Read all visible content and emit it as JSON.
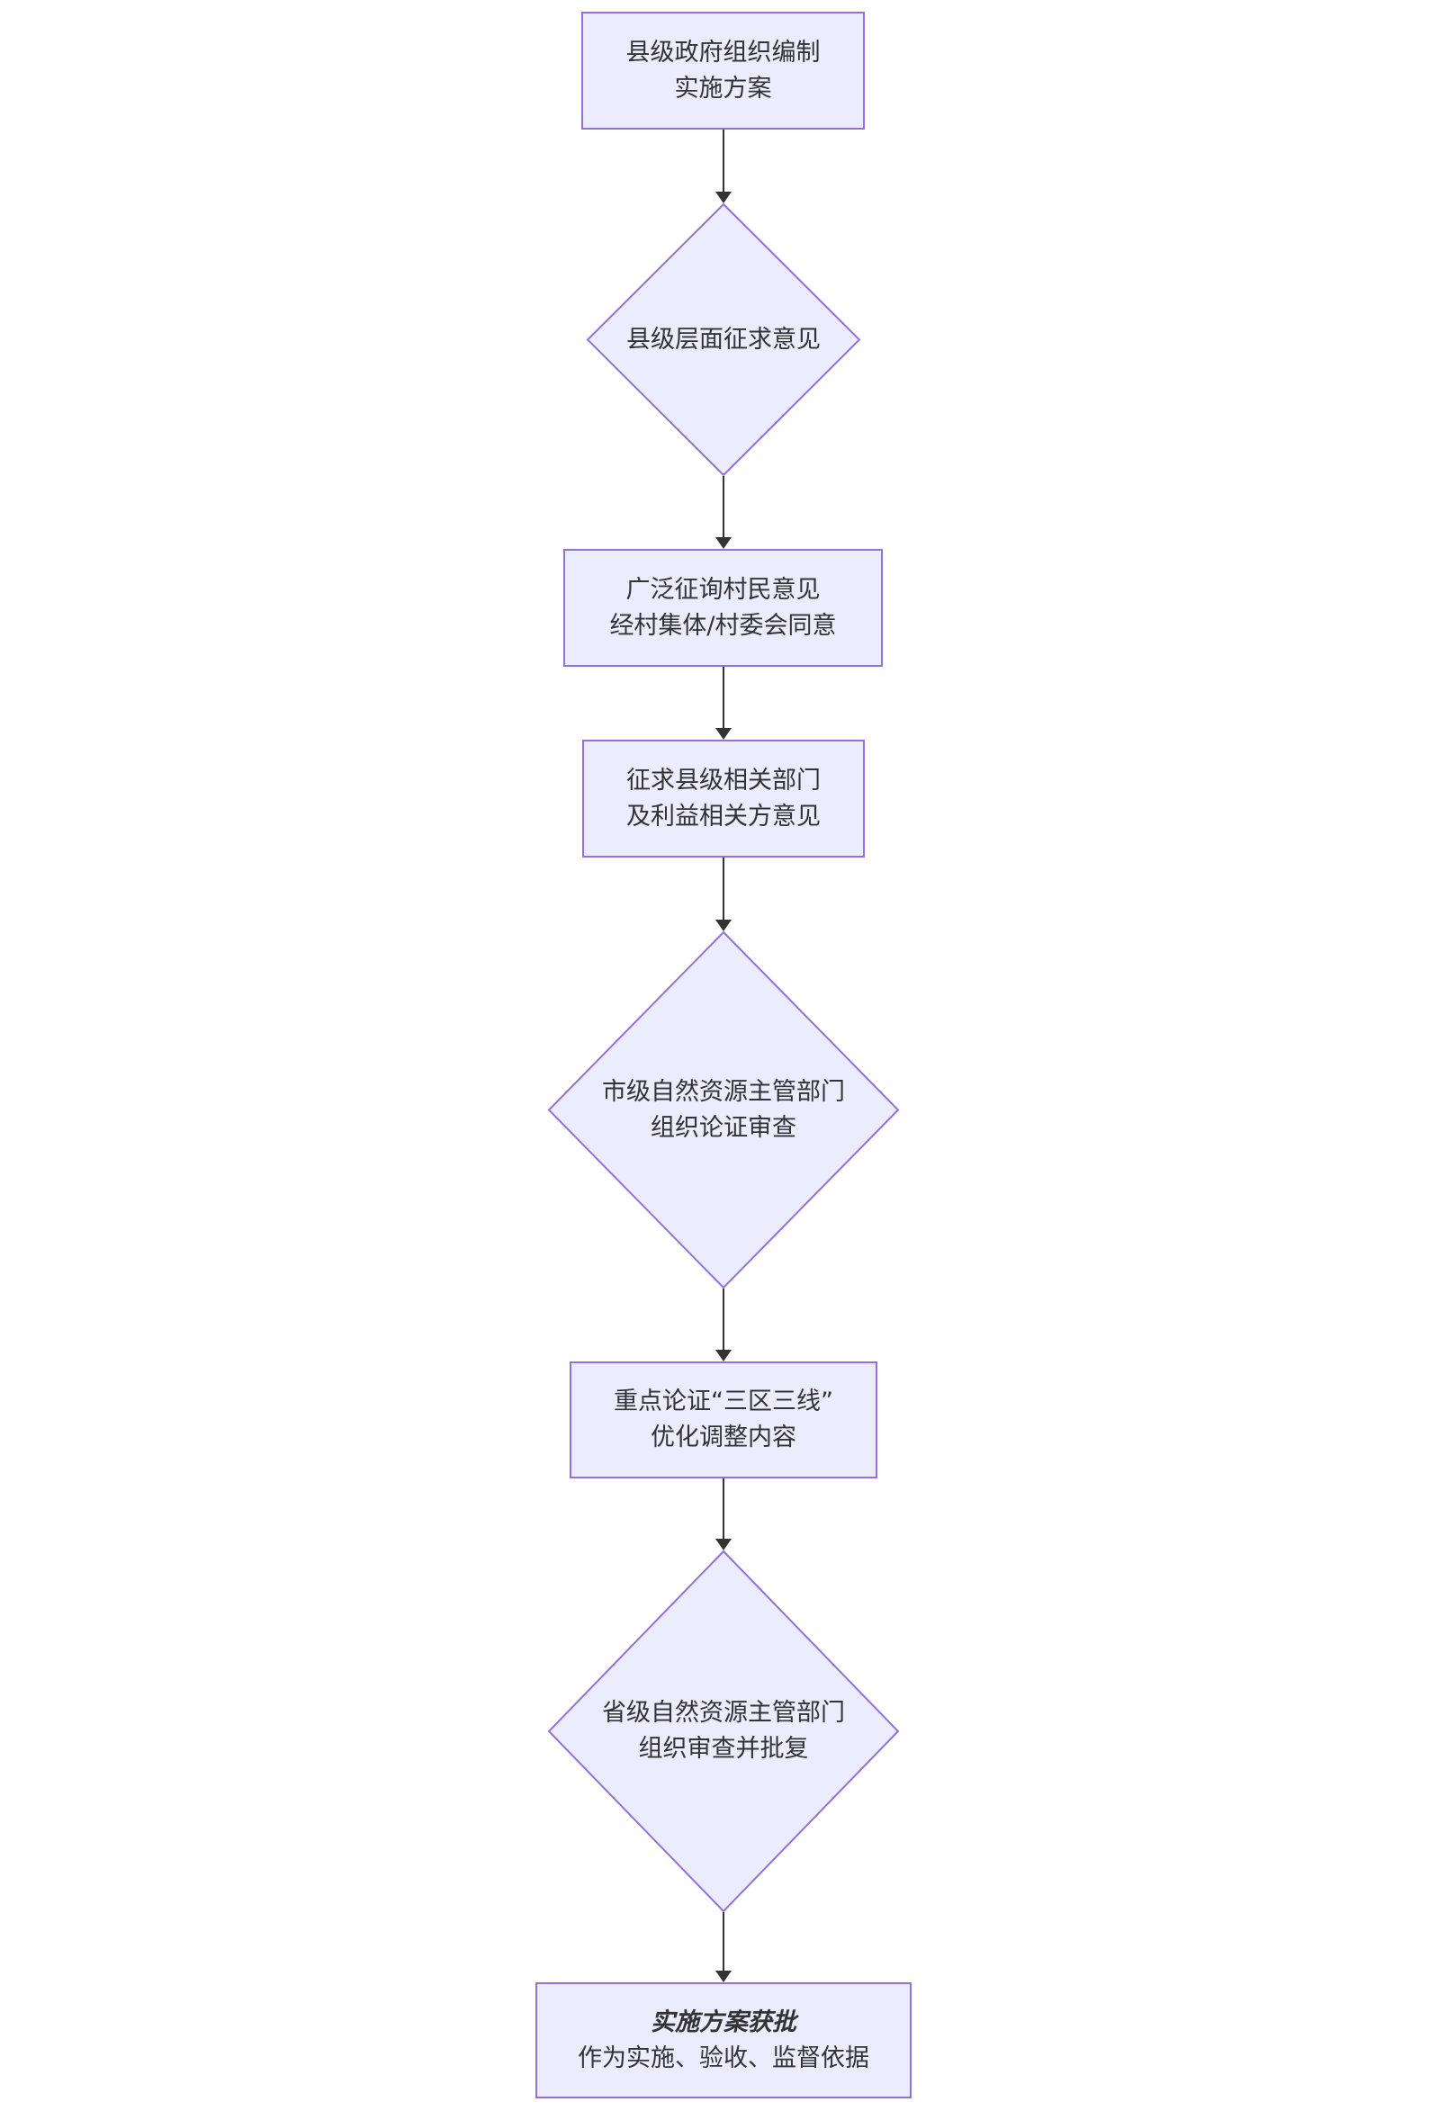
{
  "theme": {
    "node_fill": "#ECECFF",
    "node_border": "#9370DB",
    "text_color": "#333333",
    "line_color": "#333333",
    "background": "#ffffff"
  },
  "flowchart": {
    "type": "vertical-flow",
    "nodes": [
      {
        "id": "start",
        "shape": "rect",
        "lines": [
          "县级政府组织编制",
          "实施方案"
        ]
      },
      {
        "id": "county-review",
        "shape": "diamond",
        "lines": [
          "县级层面征求意见"
        ]
      },
      {
        "id": "villager-consult",
        "shape": "rect",
        "lines": [
          "广泛征询村民意见",
          "经村集体/村委会同意"
        ]
      },
      {
        "id": "dept-consult",
        "shape": "rect",
        "lines": [
          "征求县级相关部门",
          "及利益相关方意见"
        ]
      },
      {
        "id": "city-review",
        "shape": "diamond",
        "lines": [
          "市级自然资源主管部门",
          "组织论证审查"
        ]
      },
      {
        "id": "key-review",
        "shape": "rect",
        "lines": [
          "重点论证“三区三线”",
          "优化调整内容"
        ]
      },
      {
        "id": "province-review",
        "shape": "diamond",
        "lines": [
          "省级自然资源主管部门",
          "组织审查并批复"
        ]
      },
      {
        "id": "approved",
        "shape": "rect",
        "title": "实施方案获批",
        "lines": [
          "作为实施、验收、监督依据"
        ]
      }
    ]
  }
}
